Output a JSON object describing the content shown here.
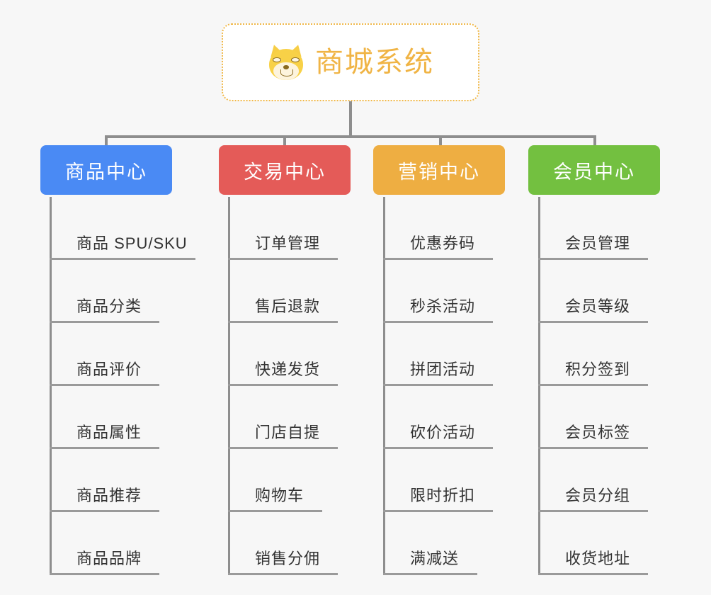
{
  "diagram": {
    "title": "商城系统",
    "type": "org-chart",
    "background_color": "#f7f7f7",
    "connector_color": "#8e8e8e"
  },
  "root": {
    "label": "商城系统",
    "icon": "dog-face-emoji",
    "text_color": "#f0b445",
    "border_color": "#f0b849",
    "background_color": "#ffffff"
  },
  "columns": [
    {
      "header": "商品中心",
      "color": "#4a8af4",
      "items": [
        "商品 SPU/SKU",
        "商品分类",
        "商品评价",
        "商品属性",
        "商品推荐",
        "商品品牌"
      ]
    },
    {
      "header": "交易中心",
      "color": "#e45b58",
      "items": [
        "订单管理",
        "售后退款",
        "快递发货",
        "门店自提",
        "购物车",
        "销售分佣"
      ]
    },
    {
      "header": "营销中心",
      "color": "#eeae42",
      "items": [
        "优惠券码",
        "秒杀活动",
        "拼团活动",
        "砍价活动",
        "限时折扣",
        "满减送"
      ]
    },
    {
      "header": "会员中心",
      "color": "#73c040",
      "items": [
        "会员管理",
        "会员等级",
        "积分签到",
        "会员标签",
        "会员分组",
        "收货地址"
      ]
    }
  ]
}
